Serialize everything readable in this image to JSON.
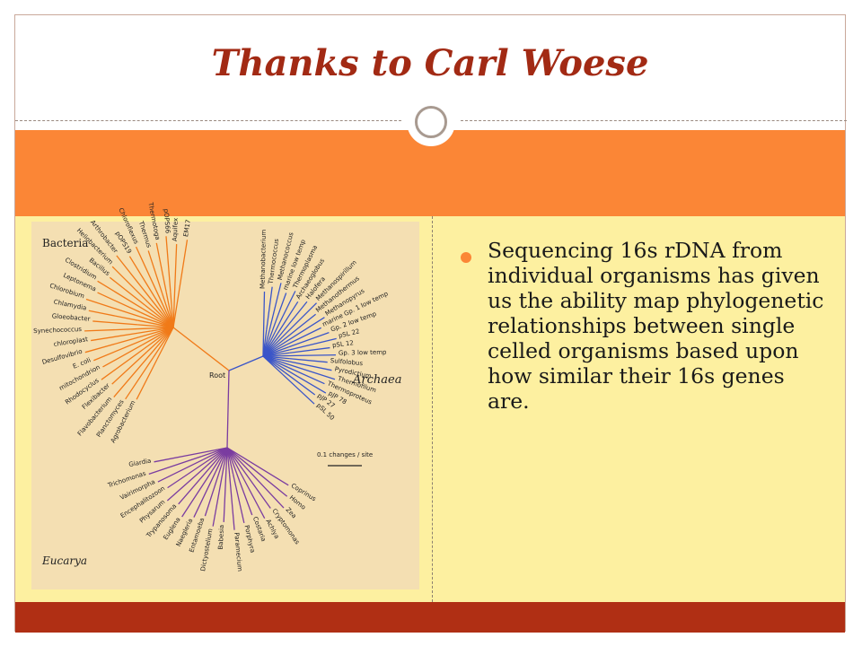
{
  "slide": {
    "title": "Thanks to Carl Woese",
    "bullet": "Sequencing 16s rDNA from individual organisms has given us the ability map phylogenetic relationships between single celled organisms based upon how similar their 16s genes are."
  },
  "tree": {
    "domains": {
      "bacteria": "Bacteria",
      "archaea": "Archaea",
      "eucarya": "Eucarya"
    },
    "root_label": "Root",
    "scale_label": "0.1 changes / site",
    "bacteria_taxa": [
      "Agrobacterium",
      "Planctomyces",
      "Flavobacterium",
      "Flexibacter",
      "Rhodocyclus",
      "mitochondrion",
      "E. coli",
      "Desulfovibrio",
      "chloroplast",
      "Synechococcus",
      "Gloeobacter",
      "Chlamydia",
      "Chlorobium",
      "Leptonema",
      "Clostridium",
      "Bacillus",
      "Heliobacterium",
      "Arthrobacter",
      "pOPS19",
      "Chloroflexus",
      "Thermus",
      "Thermotoga",
      "pOPS66",
      "Aquifex",
      "EM17"
    ],
    "archaea_taxa": [
      "Methanobacterium",
      "Thermococcus",
      "Methanococcus",
      "marine low temp",
      "Thermoplasma",
      "Archaeoglobus",
      "Halofera",
      "Methanospirillum",
      "Methanothermus",
      "Methanopyrus",
      "marine Gp. 1 low temp",
      "Gp. 2 low temp",
      "pSL 22",
      "pSL 12",
      "Gp. 3 low temp",
      "Sulfolobus",
      "Pyrodictium",
      "Thermofilum",
      "Thermoproteus",
      "pJP 78",
      "pJP 27",
      "pSL 50"
    ],
    "eucarya_taxa": [
      "Coprinus",
      "Homo",
      "Zea",
      "Cryptomonas",
      "Achlya",
      "Costaria",
      "Porphyra",
      "Paramecium",
      "Babesia",
      "Dictyostelium",
      "Entamoeba",
      "Naegleria",
      "Euglena",
      "Trypanosoma",
      "Physarum",
      "Encephalitozoon",
      "Vairimorpha",
      "Trichomonas",
      "Giardia"
    ]
  },
  "colors": {
    "title": "#a22a14",
    "orange_band": "#fb8636",
    "content_bg": "#fdf0a0",
    "bottom_band": "#b02f14",
    "bacteria_branch": "#f07a18",
    "archaea_branch": "#3a55c8",
    "eucarya_branch": "#7a3ca0"
  }
}
